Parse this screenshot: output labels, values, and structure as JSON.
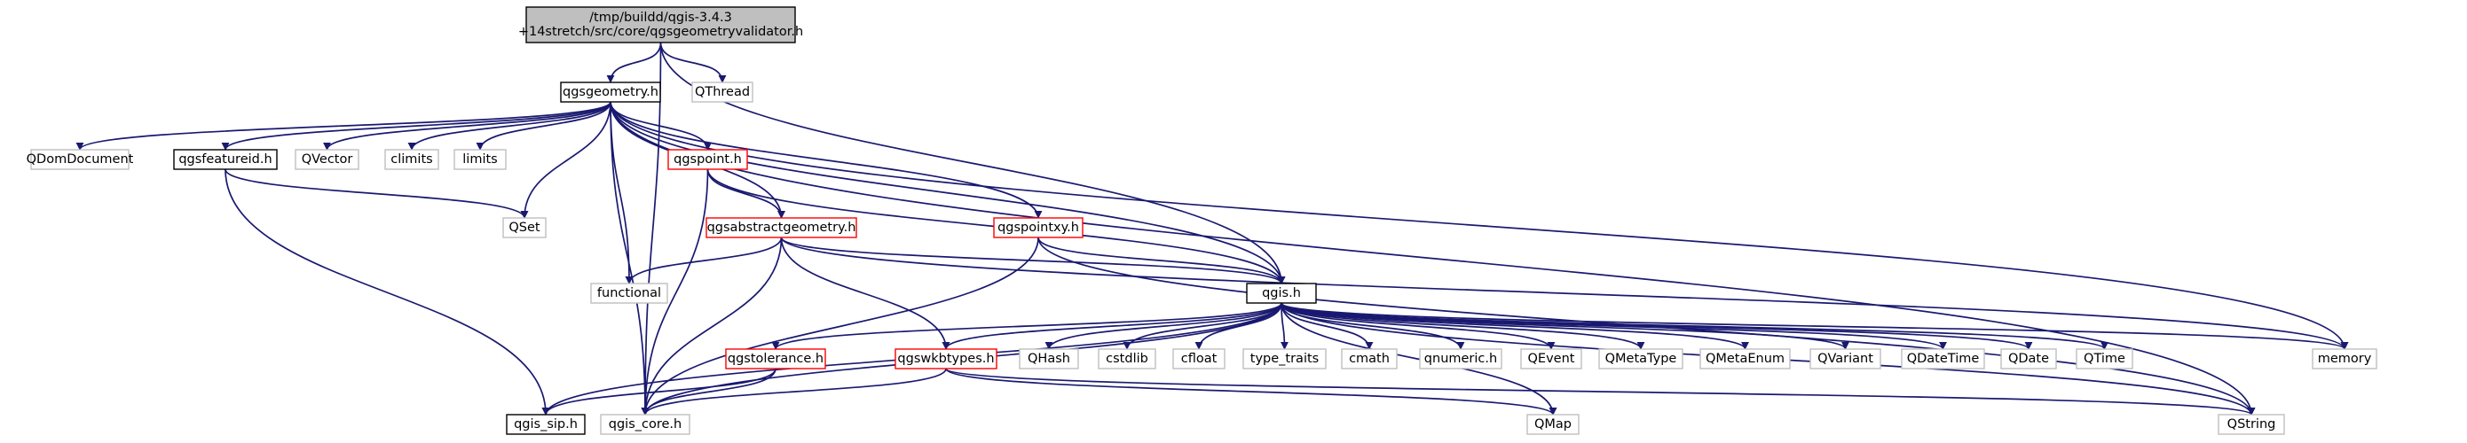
{
  "colors": {
    "edge": "#191970",
    "root_fill": "#bfbfbf",
    "root_border": "#000000",
    "documented_border": "#000000",
    "truncated_border": "#ff0000",
    "external_border": "#bfbfbf",
    "text": "#000000",
    "external_text": "#000000",
    "background": "#ffffff"
  },
  "nodes": [
    {
      "id": "root",
      "lines": [
        "/tmp/buildd/qgis-3.4.3",
        "+14stretch/src/core/qgsgeometryvalidator.h"
      ],
      "style": "root"
    },
    {
      "id": "qgsgeometry",
      "lines": [
        "qgsgeometry.h"
      ],
      "style": "documented"
    },
    {
      "id": "qthread",
      "lines": [
        "QThread"
      ],
      "style": "external"
    },
    {
      "id": "qdomdocument",
      "lines": [
        "QDomDocument"
      ],
      "style": "external"
    },
    {
      "id": "qgsfeatureid",
      "lines": [
        "qgsfeatureid.h"
      ],
      "style": "documented"
    },
    {
      "id": "qvector",
      "lines": [
        "QVector"
      ],
      "style": "external"
    },
    {
      "id": "climits",
      "lines": [
        "climits"
      ],
      "style": "external"
    },
    {
      "id": "limits",
      "lines": [
        "limits"
      ],
      "style": "external"
    },
    {
      "id": "qgspoint",
      "lines": [
        "qgspoint.h"
      ],
      "style": "truncated"
    },
    {
      "id": "qset",
      "lines": [
        "QSet"
      ],
      "style": "external"
    },
    {
      "id": "qgsabstractgeometry",
      "lines": [
        "qgsabstractgeometry.h"
      ],
      "style": "truncated"
    },
    {
      "id": "qgspointxy",
      "lines": [
        "qgspointxy.h"
      ],
      "style": "truncated"
    },
    {
      "id": "functional",
      "lines": [
        "functional"
      ],
      "style": "external"
    },
    {
      "id": "qgis",
      "lines": [
        "qgis.h"
      ],
      "style": "documented"
    },
    {
      "id": "qgstolerance",
      "lines": [
        "qgstolerance.h"
      ],
      "style": "truncated"
    },
    {
      "id": "qgswkbtypes",
      "lines": [
        "qgswkbtypes.h"
      ],
      "style": "truncated"
    },
    {
      "id": "qhash",
      "lines": [
        "QHash"
      ],
      "style": "external"
    },
    {
      "id": "cstdlib",
      "lines": [
        "cstdlib"
      ],
      "style": "external"
    },
    {
      "id": "cfloat",
      "lines": [
        "cfloat"
      ],
      "style": "external"
    },
    {
      "id": "type_traits",
      "lines": [
        "type_traits"
      ],
      "style": "external"
    },
    {
      "id": "cmath",
      "lines": [
        "cmath"
      ],
      "style": "external"
    },
    {
      "id": "qnumeric",
      "lines": [
        "qnumeric.h"
      ],
      "style": "external"
    },
    {
      "id": "qevent",
      "lines": [
        "QEvent"
      ],
      "style": "external"
    },
    {
      "id": "qmetatype",
      "lines": [
        "QMetaType"
      ],
      "style": "external"
    },
    {
      "id": "qmetaenum",
      "lines": [
        "QMetaEnum"
      ],
      "style": "external"
    },
    {
      "id": "qvariant",
      "lines": [
        "QVariant"
      ],
      "style": "external"
    },
    {
      "id": "qdatetime",
      "lines": [
        "QDateTime"
      ],
      "style": "external"
    },
    {
      "id": "qdate",
      "lines": [
        "QDate"
      ],
      "style": "external"
    },
    {
      "id": "qtime",
      "lines": [
        "QTime"
      ],
      "style": "external"
    },
    {
      "id": "memory",
      "lines": [
        "memory"
      ],
      "style": "external"
    },
    {
      "id": "qgis_sip",
      "lines": [
        "qgis_sip.h"
      ],
      "style": "documented"
    },
    {
      "id": "qgis_core",
      "lines": [
        "qgis_core.h"
      ],
      "style": "external"
    },
    {
      "id": "qmap",
      "lines": [
        "QMap"
      ],
      "style": "external"
    },
    {
      "id": "qstring",
      "lines": [
        "QString"
      ],
      "style": "external"
    }
  ],
  "edges": [
    [
      "root",
      "qgsgeometry"
    ],
    [
      "root",
      "qthread"
    ],
    [
      "root",
      "qgis"
    ],
    [
      "root",
      "qgis_core"
    ],
    [
      "qgsgeometry",
      "qdomdocument"
    ],
    [
      "qgsgeometry",
      "qgsfeatureid"
    ],
    [
      "qgsgeometry",
      "qvector"
    ],
    [
      "qgsgeometry",
      "climits"
    ],
    [
      "qgsgeometry",
      "limits"
    ],
    [
      "qgsgeometry",
      "qgspoint"
    ],
    [
      "qgsgeometry",
      "qset"
    ],
    [
      "qgsgeometry",
      "qgsabstractgeometry"
    ],
    [
      "qgsgeometry",
      "qgspointxy"
    ],
    [
      "qgsgeometry",
      "functional"
    ],
    [
      "qgsgeometry",
      "qgis"
    ],
    [
      "qgsgeometry",
      "qgis_core"
    ],
    [
      "qgsgeometry",
      "memory"
    ],
    [
      "qgsgeometry",
      "qstring"
    ],
    [
      "qgsfeatureid",
      "qset"
    ],
    [
      "qgsfeatureid",
      "qgis_sip"
    ],
    [
      "qgspoint",
      "qgsabstractgeometry"
    ],
    [
      "qgspoint",
      "qgis"
    ],
    [
      "qgspoint",
      "qgis_core"
    ],
    [
      "qgsabstractgeometry",
      "functional"
    ],
    [
      "qgsabstractgeometry",
      "qgis"
    ],
    [
      "qgsabstractgeometry",
      "qgswkbtypes"
    ],
    [
      "qgsabstractgeometry",
      "qgis_core"
    ],
    [
      "qgsabstractgeometry",
      "memory"
    ],
    [
      "qgspointxy",
      "qgis"
    ],
    [
      "qgspointxy",
      "qgis_core"
    ],
    [
      "qgspointxy",
      "qstring"
    ],
    [
      "qgis",
      "qgstolerance"
    ],
    [
      "qgis",
      "qgswkbtypes"
    ],
    [
      "qgis",
      "qhash"
    ],
    [
      "qgis",
      "cstdlib"
    ],
    [
      "qgis",
      "cfloat"
    ],
    [
      "qgis",
      "type_traits"
    ],
    [
      "qgis",
      "cmath"
    ],
    [
      "qgis",
      "qnumeric"
    ],
    [
      "qgis",
      "qevent"
    ],
    [
      "qgis",
      "qmetatype"
    ],
    [
      "qgis",
      "qmetaenum"
    ],
    [
      "qgis",
      "qvariant"
    ],
    [
      "qgis",
      "qdatetime"
    ],
    [
      "qgis",
      "qdate"
    ],
    [
      "qgis",
      "qtime"
    ],
    [
      "qgis",
      "memory"
    ],
    [
      "qgis",
      "qgis_sip"
    ],
    [
      "qgis",
      "qgis_core"
    ],
    [
      "qgis",
      "qmap"
    ],
    [
      "qgis",
      "qstring"
    ],
    [
      "qgstolerance",
      "qgis_core"
    ],
    [
      "qgstolerance",
      "qgis_sip"
    ],
    [
      "qgswkbtypes",
      "qgis_core"
    ],
    [
      "qgswkbtypes",
      "qmap"
    ],
    [
      "qgswkbtypes",
      "qstring"
    ]
  ]
}
